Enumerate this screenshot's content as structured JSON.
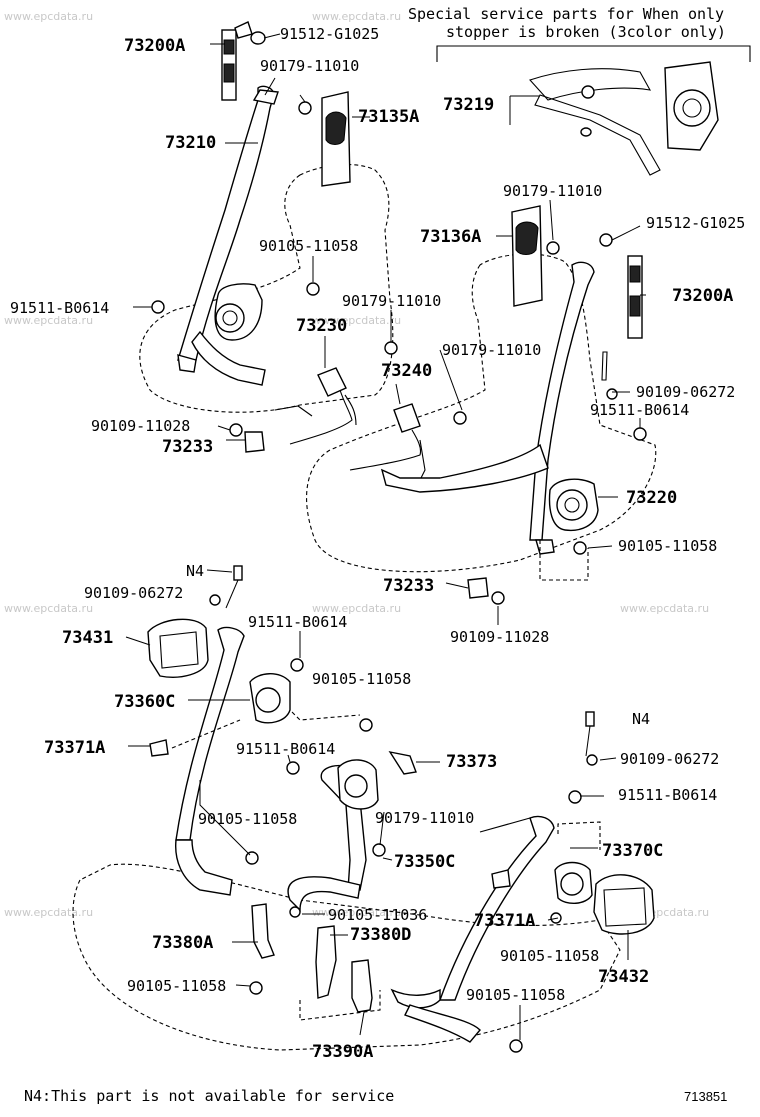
{
  "diagram": {
    "header_note": [
      "Special service parts for When only",
      "stopper is broken (3color only)"
    ],
    "footer_note": "N4:This part is not available for service",
    "figure_code": "713851",
    "watermark": "www.epcdata.ru",
    "labels": {
      "l_73200A_top": "73200A",
      "l_91512_top": "91512-G1025",
      "l_90179_a": "90179-11010",
      "l_73135A": "73135A",
      "l_73219": "73219",
      "l_73210": "73210",
      "l_90179_b": "90179-11010",
      "l_73136A": "73136A",
      "l_91512_right": "91512-G1025",
      "l_90105_a": "90105-11058",
      "l_73200A_right": "73200A",
      "l_91511_a": "91511-B0614",
      "l_90179_c": "90179-11010",
      "l_73230": "73230",
      "l_90179_d": "90179-11010",
      "l_73240": "73240",
      "l_90109_06272_a": "90109-06272",
      "l_91511_b": "91511-B0614",
      "l_90109_11028_a": "90109-11028",
      "l_73233_a": "73233",
      "l_73220": "73220",
      "l_90105_b": "90105-11058",
      "l_N4_a": "N4",
      "l_90109_06272_b": "90109-06272",
      "l_73233_b": "73233",
      "l_90109_11028_b": "90109-11028",
      "l_73431": "73431",
      "l_91511_c": "91511-B0614",
      "l_90105_c": "90105-11058",
      "l_73360C": "73360C",
      "l_N4_b": "N4",
      "l_73371A_left": "73371A",
      "l_91511_d": "91511-B0614",
      "l_73373": "73373",
      "l_90109_06272_c": "90109-06272",
      "l_91511_e": "91511-B0614",
      "l_90105_d": "90105-11058",
      "l_90179_e": "90179-11010",
      "l_73370C": "73370C",
      "l_73350C": "73350C",
      "l_90105_11036": "90105-11036",
      "l_73371A_right": "73371A",
      "l_73380A": "73380A",
      "l_73380D": "73380D",
      "l_90105_e": "90105-11058",
      "l_73432": "73432",
      "l_90105_f": "90105-11058",
      "l_90105_g": "90105-11058",
      "l_73390A": "73390A"
    }
  }
}
